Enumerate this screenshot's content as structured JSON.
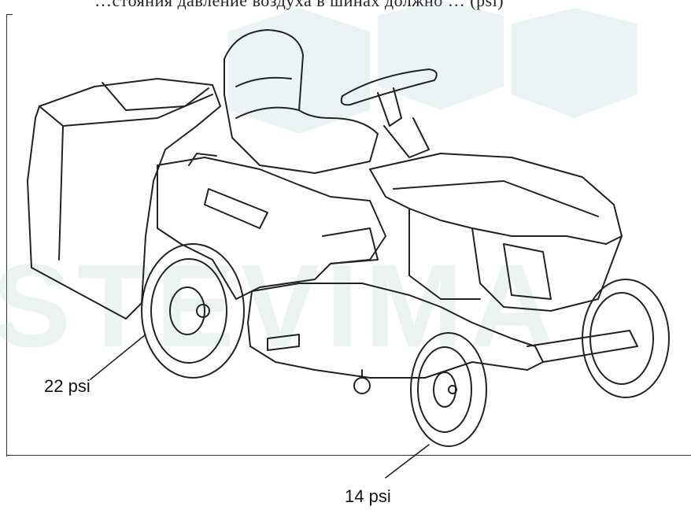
{
  "header_fragment": "…стояния давление воздуха в шинах должно … (psi)",
  "figure": {
    "subject": "riding-lawn-mower",
    "callouts": [
      {
        "id": "rear-wheel",
        "text": "22 psi"
      },
      {
        "id": "front-wheel",
        "text": "14 psi"
      }
    ]
  }
}
